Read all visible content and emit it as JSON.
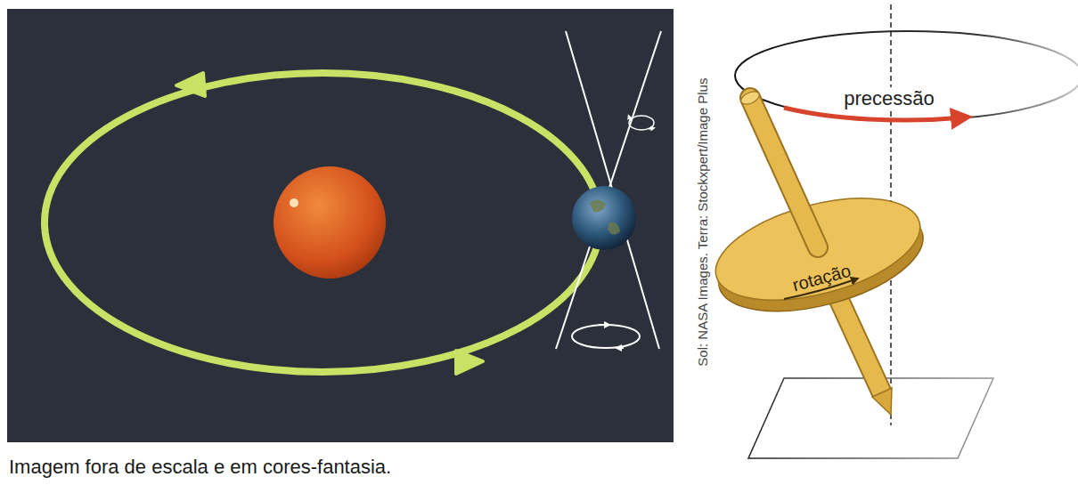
{
  "diagram": {
    "caption": "Imagem fora de escala e em cores-fantasia.",
    "labels": [
      "precessão",
      "rotação",
      "Sol: NASA Images. Terra: Stockxpert/Image Plus"
    ]
  }
}
